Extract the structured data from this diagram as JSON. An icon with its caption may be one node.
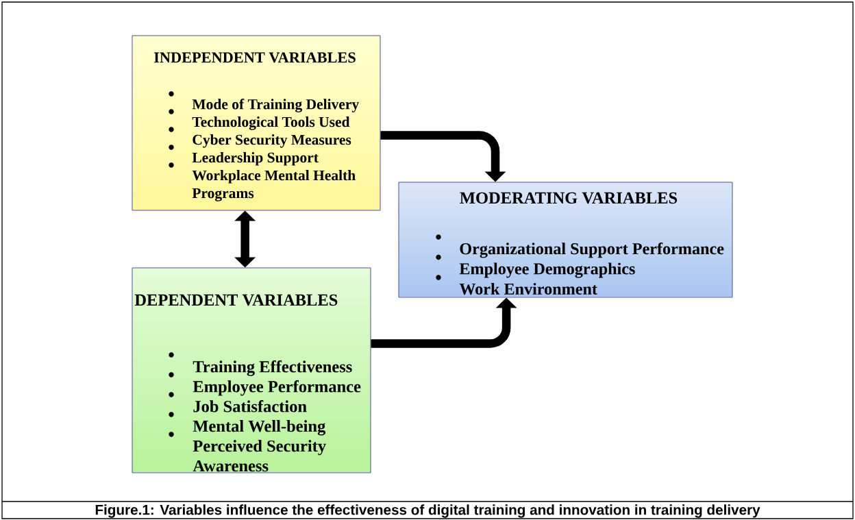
{
  "diagram": {
    "caption": "Figure.1: Variables influence the effectiveness of digital training and innovation in training delivery",
    "nodes": [
      {
        "text": [
          "INDEPENDENT VARIABLES",
          "Mode of Training Delivery",
          "Technological Tools Used",
          "Cyber Security Measures",
          "Leadership Support",
          "Workplace Mental Health Programs"
        ]
      },
      {
        "text": [
          "DEPENDENT VARIABLES",
          "Training Effectiveness",
          "Employee Performance",
          "Job Satisfaction",
          "Mental Well-being",
          "Perceived Security Awareness"
        ]
      },
      {
        "text": [
          "MODERATING VARIABLES",
          "Organizational Support Performance",
          "Employee Demographics",
          "Work Environment"
        ]
      }
    ],
    "edges": [
      {
        "from": 0,
        "to": 2,
        "arrow": "to"
      },
      {
        "from": 0,
        "to": 1,
        "arrow": "both"
      },
      {
        "from": 1,
        "to": 2,
        "arrow": "to"
      }
    ]
  }
}
